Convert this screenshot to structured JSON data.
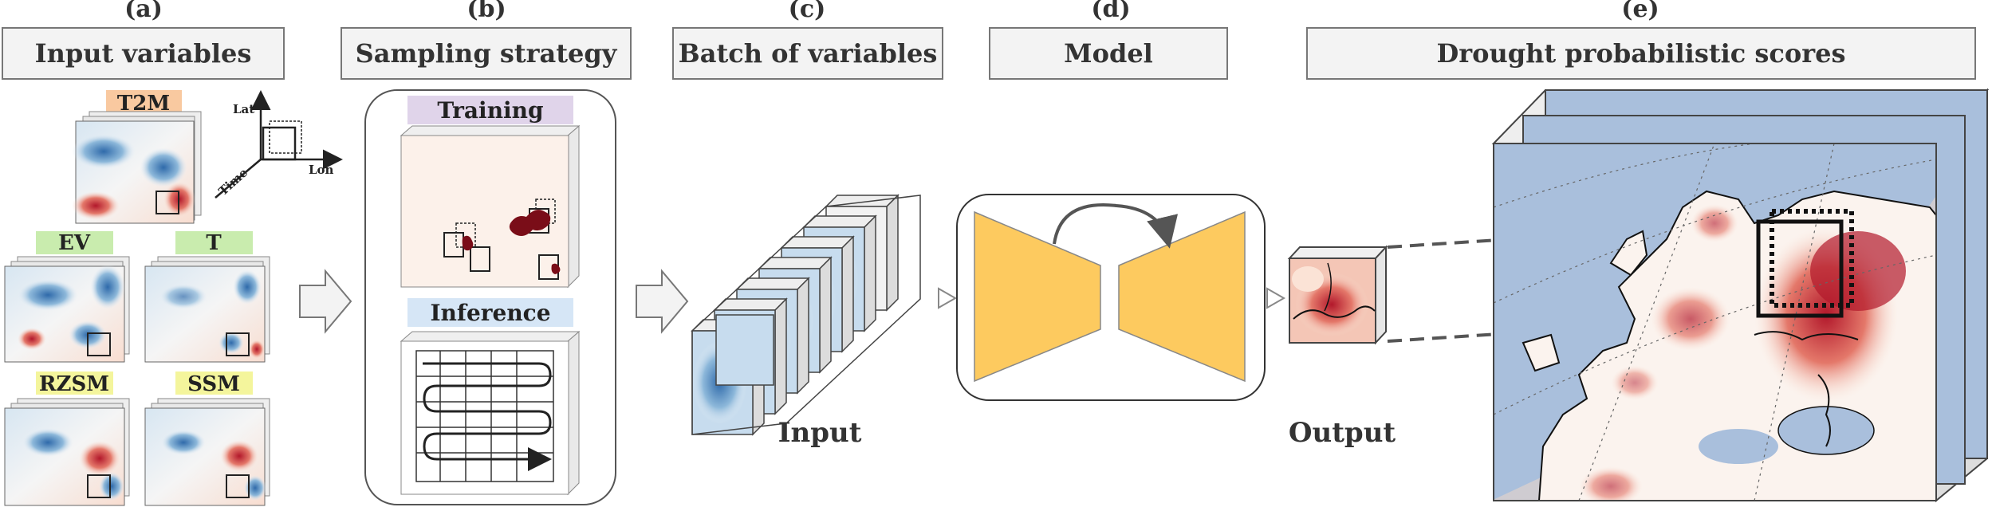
{
  "panels": {
    "a": {
      "letter": "(a)",
      "title": "Input variables"
    },
    "b": {
      "letter": "(b)",
      "title": "Sampling strategy"
    },
    "c": {
      "letter": "(c)",
      "title": "Batch of variables"
    },
    "d": {
      "letter": "(d)",
      "title": "Model"
    },
    "e": {
      "letter": "(e)",
      "title": "Drought probabilistic scores"
    }
  },
  "variables": {
    "t2m": {
      "label": "T2M",
      "color": "#f9c9a0"
    },
    "ev": {
      "label": "EV",
      "color": "#c9ecae"
    },
    "t": {
      "label": "T",
      "color": "#c9ecae"
    },
    "rzsm": {
      "label": "RZSM",
      "color": "#f4f59c"
    },
    "ssm": {
      "label": "SSM",
      "color": "#f4f59c"
    }
  },
  "axes": {
    "lat": "Lat",
    "lon": "Lon",
    "time": "Time"
  },
  "sampling": {
    "training": {
      "label": "Training",
      "color": "#e0d4ea"
    },
    "inference": {
      "label": "Inference",
      "color": "#d6e6f6"
    }
  },
  "captions": {
    "input": "Input",
    "output": "Output"
  },
  "colors": {
    "model_fill": "#fdca5f",
    "ocean": "#a9bfdc",
    "drought": "#b2182b",
    "cold": "#2f6aaa"
  }
}
